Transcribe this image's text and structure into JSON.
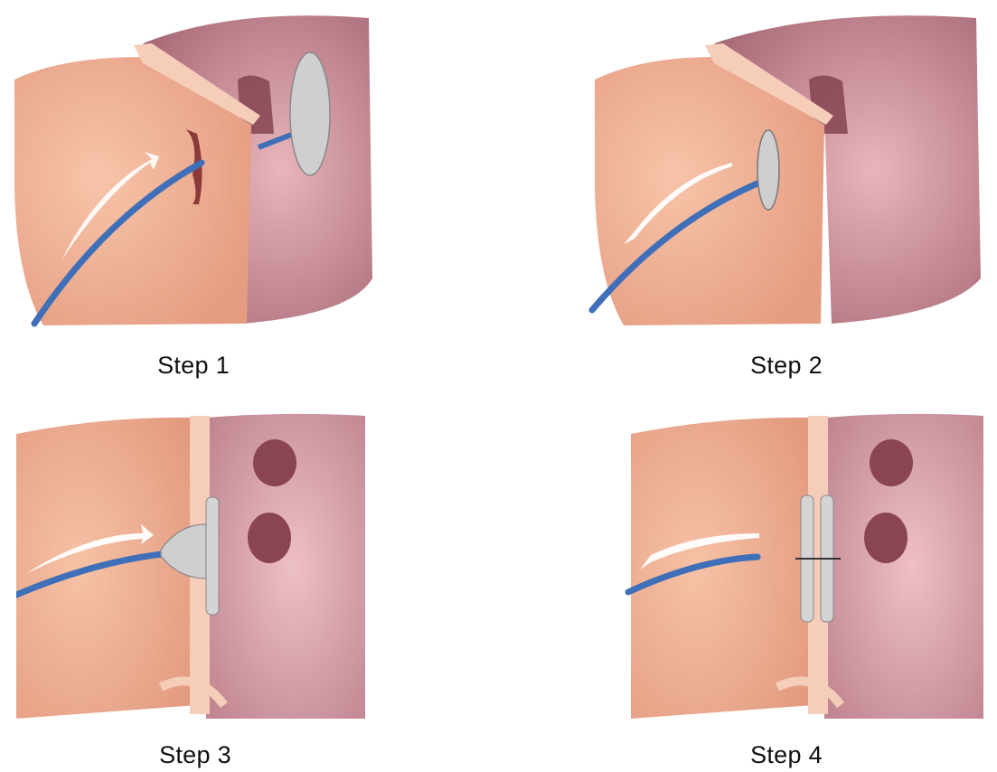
{
  "steps": [
    {
      "label": "Step 1"
    },
    {
      "label": "Step 2"
    },
    {
      "label": "Step 3"
    },
    {
      "label": "Step 4"
    }
  ],
  "colors": {
    "left_atrium_tissue": "#f2b59a",
    "right_atrium_tissue": "#c98a96",
    "septum_edge": "#f6cdb8",
    "catheter": "#3f6fb8",
    "device_mesh": "#c8c8c8",
    "arrow": "#ffffff"
  },
  "icons": [
    "heart-septum-illustration",
    "catheter",
    "occluder-device",
    "direction-arrow"
  ]
}
